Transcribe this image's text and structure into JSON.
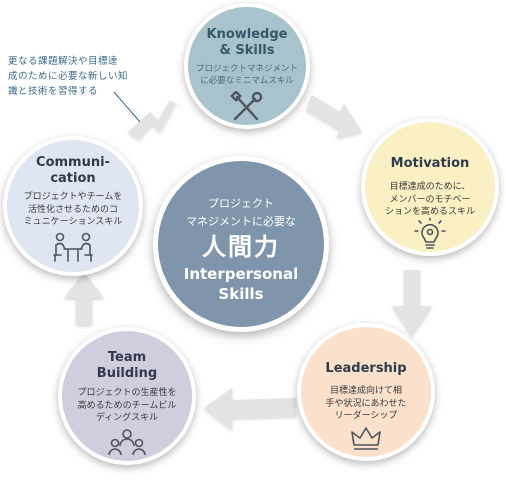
{
  "callout": {
    "lines": [
      "更なる課題解決や目標達",
      "成のために必要な新しい知",
      "識と技術を習得する"
    ]
  },
  "center": {
    "line1": "プロジェクト",
    "line2": "マネジメントに必要な",
    "main": "人間力",
    "en1": "Interpersonal",
    "en2": "Skills"
  },
  "nodes": {
    "knowledge": {
      "title1": "Knowledge",
      "title2": "& Skills",
      "desc1": "プロジェクトマネジメント",
      "desc2": "に必要なミニマムスキル",
      "icon": "wrench-screwdriver-icon"
    },
    "motivation": {
      "title": "Motivation",
      "desc1": "目標達成のために、",
      "desc2": "メンバーのモチベー",
      "desc3": "ションを高めるスキル",
      "icon": "lightbulb-gear-icon"
    },
    "leadership": {
      "title": "Leadership",
      "desc1": "目標達成向けて相",
      "desc2": "手や状況にあわせた",
      "desc3": "リーダーシップ",
      "icon": "crown-icon"
    },
    "team": {
      "title1": "Team",
      "title2": "Building",
      "desc1": "プロジェクトの生産性を",
      "desc2": "高めるためのチームビル",
      "desc3": "ディングスキル",
      "icon": "team-group-icon"
    },
    "communication": {
      "title1": "Communi-",
      "title2": "cation",
      "desc1": "プロジェクトやチームを",
      "desc2": "活性化させるためのコ",
      "desc3": "ミュニケーションスキル",
      "icon": "meeting-table-icon"
    }
  },
  "colors": {
    "knowledge": "#a9c3cc",
    "motivation": "#fbefc4",
    "leadership": "#fbe0cc",
    "team": "#d2ccdf",
    "communication": "#dfe5f1",
    "center": "#7f95ab",
    "arrow": "#e3e3e3",
    "callout_text": "#3a6a8a"
  }
}
